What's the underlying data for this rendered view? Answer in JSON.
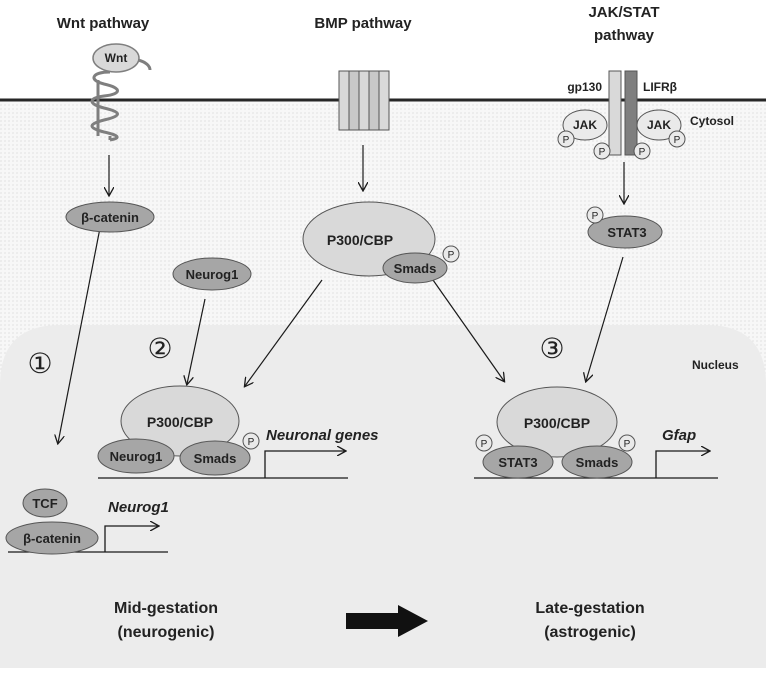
{
  "pathways": {
    "wnt": "Wnt pathway",
    "bmp": "BMP pathway",
    "jak_stat_line1": "JAK/STAT",
    "jak_stat_line2": "pathway"
  },
  "membrane": {
    "wnt_ligand": "Wnt",
    "gp130": "gp130",
    "lifr": "LIFRβ",
    "cytosol": "Cytosol",
    "jak": "JAK",
    "phospho": "P"
  },
  "cytosol": {
    "beta_catenin": "β-catenin",
    "neurog1": "Neurog1",
    "p300_cbp": "P300/CBP",
    "smads": "Smads",
    "stat3": "STAT3"
  },
  "nucleus": {
    "label": "Nucleus",
    "step1": "①",
    "step2": "②",
    "step3": "③",
    "complex1": {
      "tcf": "TCF",
      "beta_catenin": "β-catenin",
      "gene": "Neurog1"
    },
    "complex2": {
      "p300": "P300/CBP",
      "neurog1": "Neurog1",
      "smads": "Smads",
      "gene": "Neuronal genes"
    },
    "complex3": {
      "p300": "P300/CBP",
      "stat3": "STAT3",
      "smads": "Smads",
      "gene": "Gfap"
    }
  },
  "stages": {
    "mid_line1": "Mid-gestation",
    "mid_line2": "(neurogenic)",
    "late_line1": "Late-gestation",
    "late_line2": "(astrogenic)"
  },
  "colors": {
    "oval_light": "#d9d9d9",
    "oval_mid": "#a6a6a6",
    "nucleus_fill": "#ececec",
    "membrane": "#262626"
  }
}
